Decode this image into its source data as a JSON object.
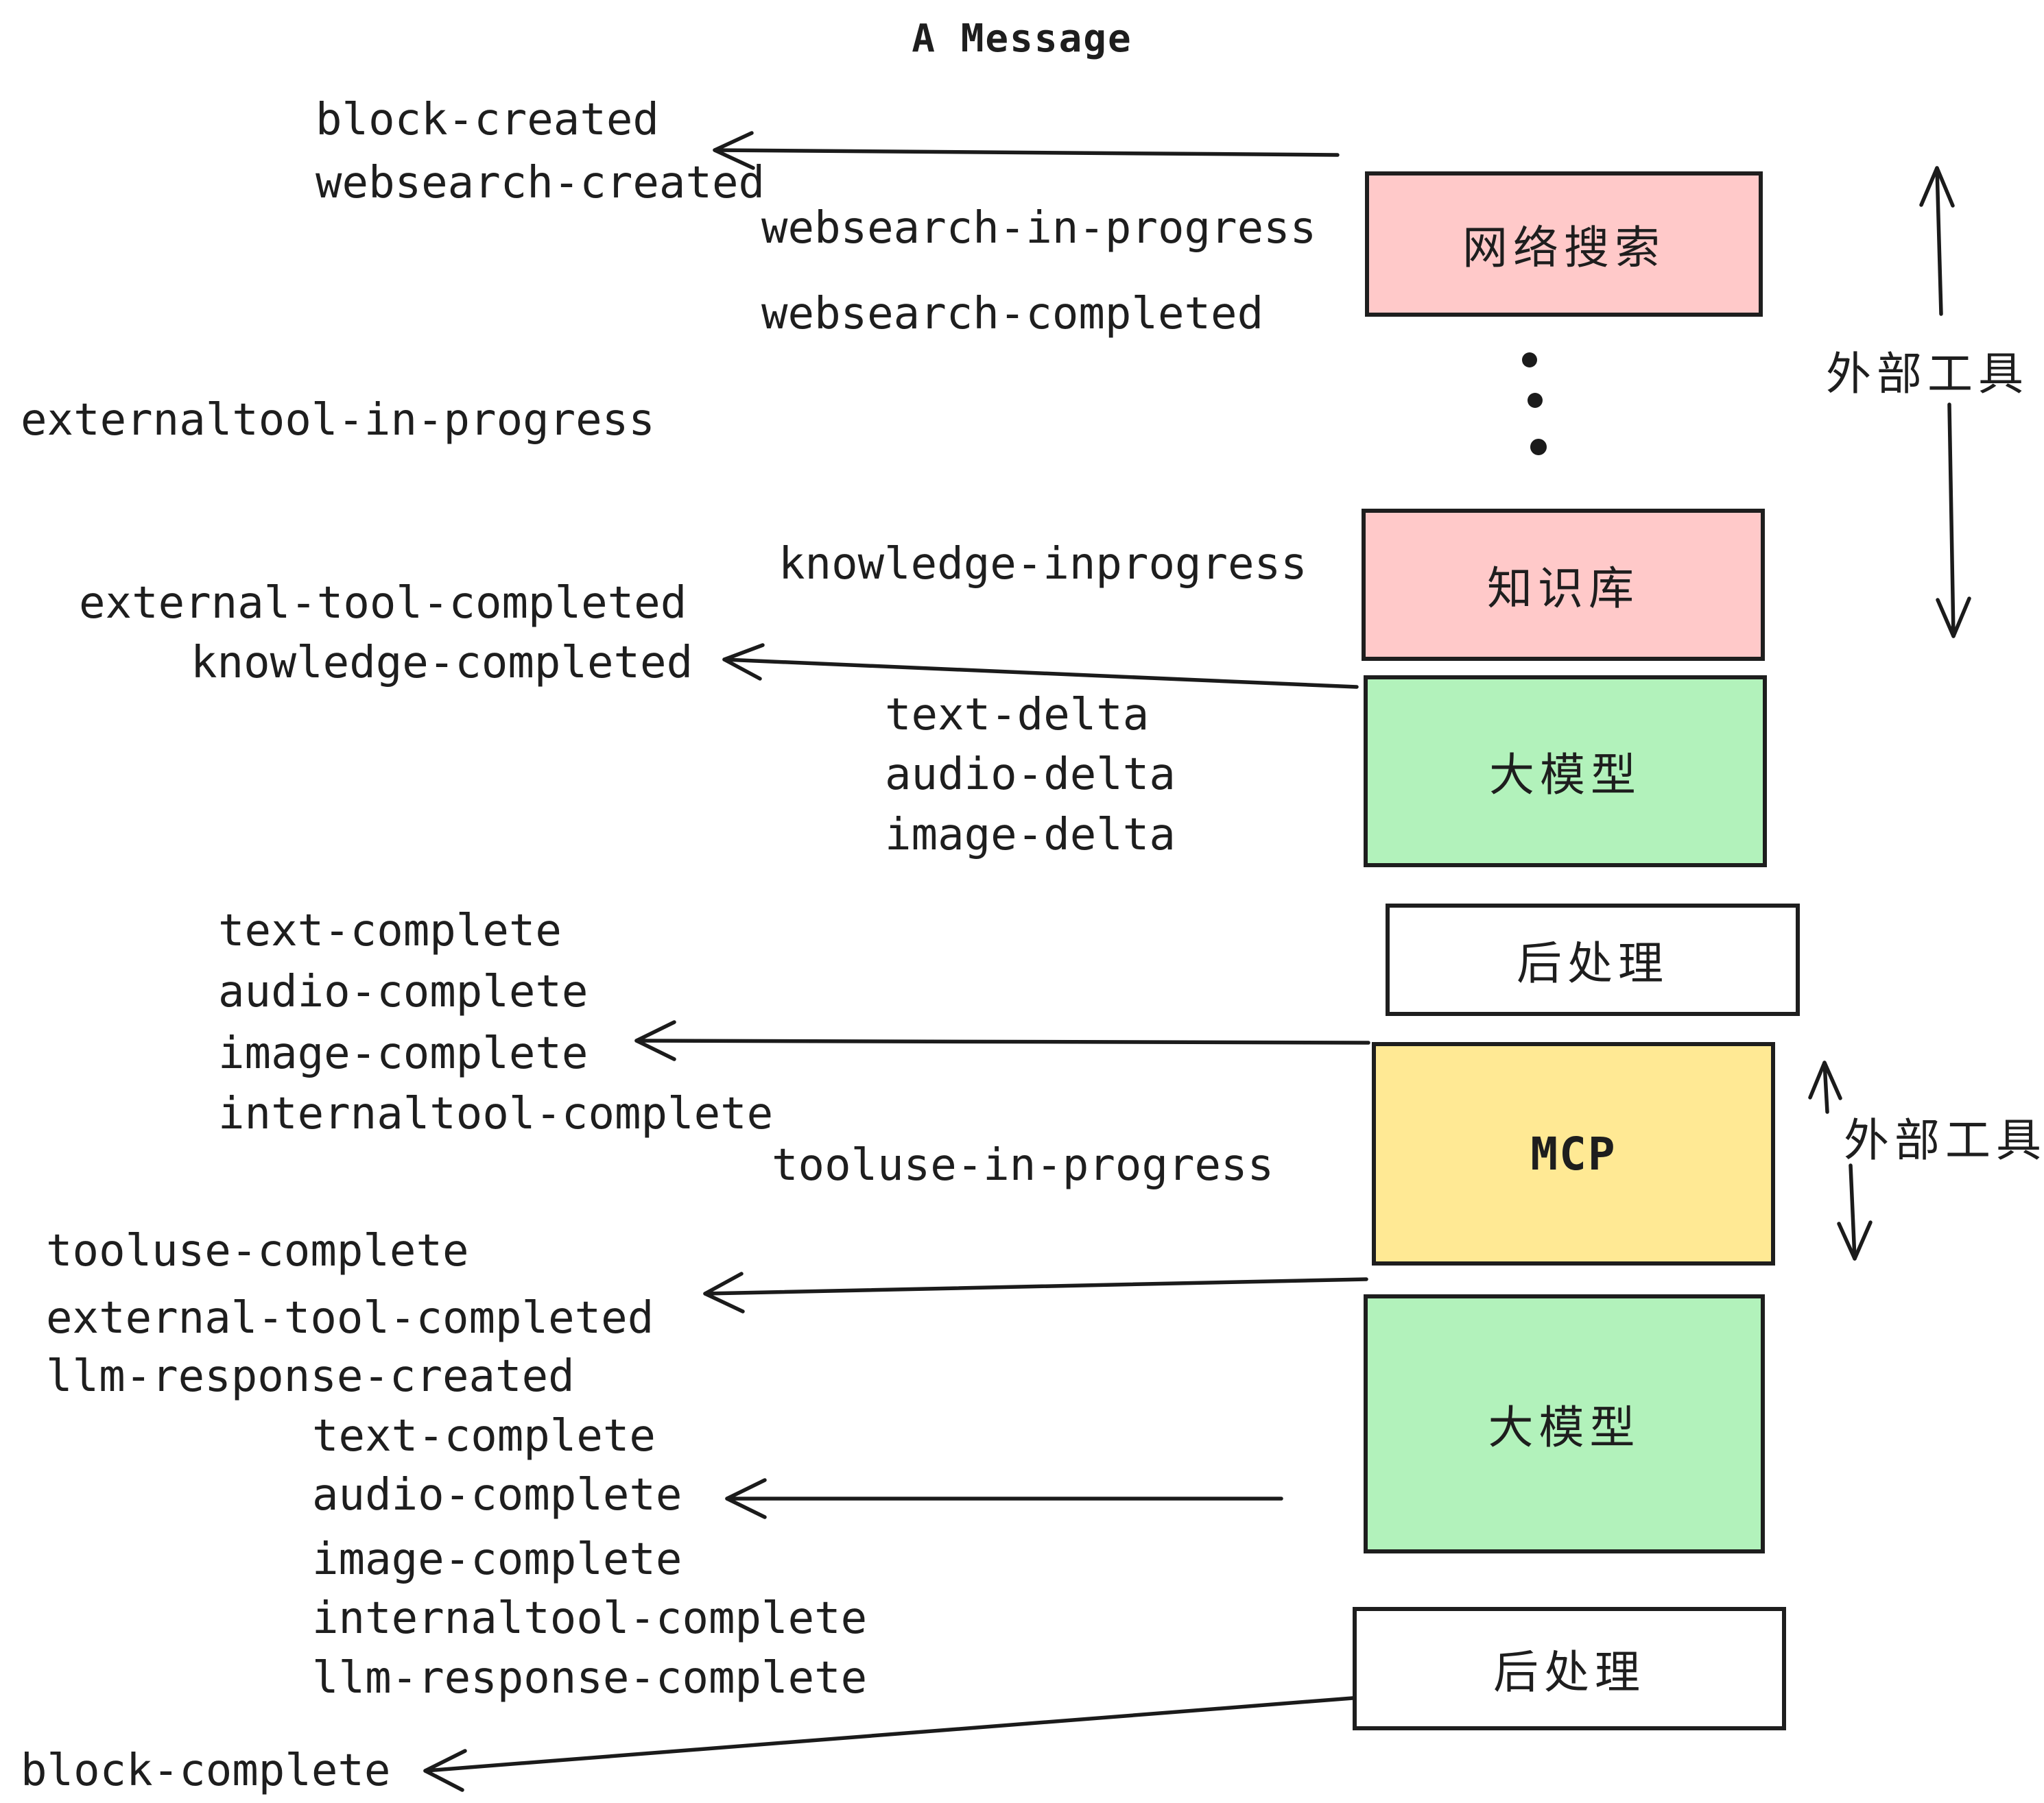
{
  "title": "A Message",
  "colors": {
    "pink": "#ffc9c9",
    "green": "#b2f2bb",
    "yellow": "#ffe994",
    "white": "#ffffff",
    "border": "#1e1e1e",
    "text": "#1e1e1e"
  },
  "boxes": [
    {
      "id": "websearch",
      "label": "网络搜索",
      "color": "pink"
    },
    {
      "id": "knowledge",
      "label": "知识库",
      "color": "pink"
    },
    {
      "id": "llm-1",
      "label": "大模型",
      "color": "green"
    },
    {
      "id": "postprocess-1",
      "label": "后处理",
      "color": "white"
    },
    {
      "id": "mcp",
      "label": "MCP",
      "color": "yellow"
    },
    {
      "id": "llm-2",
      "label": "大模型",
      "color": "green"
    },
    {
      "id": "postprocess-2",
      "label": "后处理",
      "color": "white"
    }
  ],
  "events": [
    {
      "label": "block-created"
    },
    {
      "label": "websearch-created"
    },
    {
      "label": "websearch-in-progress"
    },
    {
      "label": "websearch-completed"
    },
    {
      "label": "externaltool-in-progress"
    },
    {
      "label": "knowledge-inprogress"
    },
    {
      "label": "external-tool-completed"
    },
    {
      "label": "knowledge-completed"
    },
    {
      "label": "text-delta"
    },
    {
      "label": "audio-delta"
    },
    {
      "label": "image-delta"
    },
    {
      "label": "text-complete"
    },
    {
      "label": "audio-complete"
    },
    {
      "label": "image-complete"
    },
    {
      "label": "internaltool-complete"
    },
    {
      "label": "tooluse-in-progress"
    },
    {
      "label": "tooluse-complete"
    },
    {
      "label": "external-tool-completed"
    },
    {
      "label": "llm-response-created"
    },
    {
      "label": "text-complete"
    },
    {
      "label": "audio-complete"
    },
    {
      "label": "image-complete"
    },
    {
      "label": "internaltool-complete"
    },
    {
      "label": "llm-response-complete"
    },
    {
      "label": "block-complete"
    }
  ],
  "side_annotations": [
    {
      "label": "外部工具"
    },
    {
      "label": "外部工具"
    }
  ]
}
